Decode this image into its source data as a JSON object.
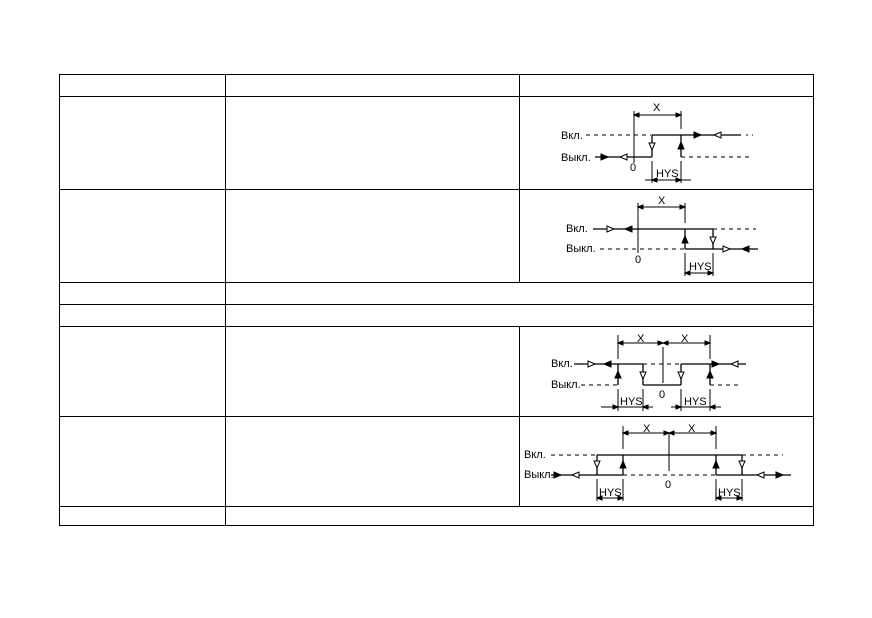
{
  "diagram_labels": {
    "on": "Вкл.",
    "off": "Выкл.",
    "x": "X",
    "zero": "0",
    "hys": "HYS"
  },
  "table": {
    "columns": 3,
    "rows": [
      {
        "type": "header"
      },
      {
        "type": "diagram",
        "diagram": "high-alarm"
      },
      {
        "type": "diagram",
        "diagram": "low-alarm"
      },
      {
        "type": "merged"
      },
      {
        "type": "merged"
      },
      {
        "type": "diagram",
        "diagram": "band-out"
      },
      {
        "type": "diagram",
        "diagram": "band-in"
      },
      {
        "type": "merged"
      }
    ]
  }
}
